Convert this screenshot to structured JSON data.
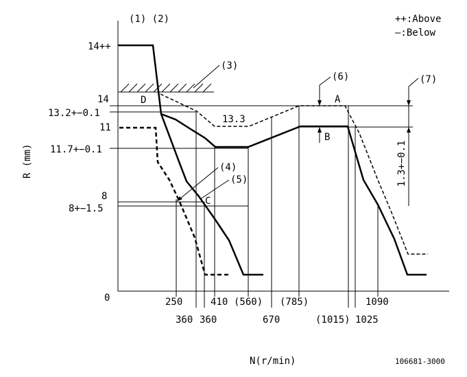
{
  "header": {
    "callouts_12": "(1) (2)",
    "legend_above": "++:Above",
    "legend_below": "—:Below"
  },
  "y_axis": {
    "label": "R (mm)",
    "ticks": [
      "14++",
      "14",
      "13.2+−0.1",
      "11",
      "11.7+−0.1",
      "8",
      "8+−1.5"
    ],
    "origin": "0"
  },
  "x_axis": {
    "label": "N(r/min)",
    "ticks_row1": [
      "250",
      "410",
      "(560)",
      "(785)",
      "1090"
    ],
    "ticks_row2": [
      "360",
      "360",
      "670",
      "(1015)",
      "1025"
    ]
  },
  "annotations": {
    "c3": "(3)",
    "c4": "(4)",
    "c5": "(5)",
    "c6": "(6)",
    "c7": "(7)",
    "point_a": "A",
    "point_b": "B",
    "point_c": "C",
    "point_d": "D",
    "value_133": "13.3",
    "value_13": "1.3+−0.1"
  },
  "footer": {
    "drawing_no": "106681-3000"
  }
}
